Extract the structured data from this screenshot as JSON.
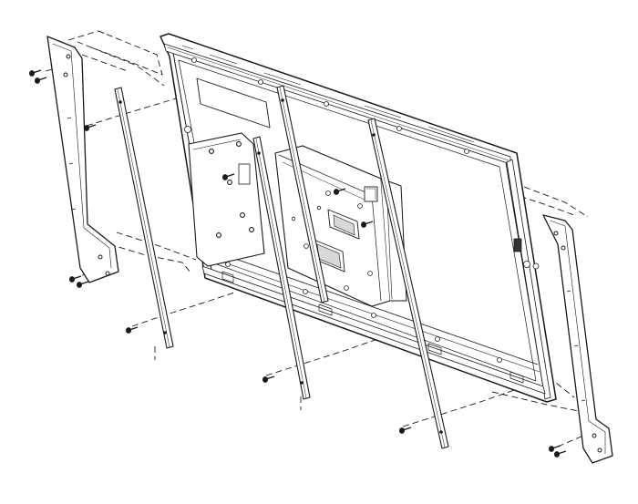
{
  "diagram": {
    "kind": "exploded-assembly-line-drawing",
    "colors": {
      "ink": "#1a1a1a",
      "fill": "#ffffff",
      "shade": "#d8d8d8",
      "dark": "#333333"
    },
    "parts": [
      "left-side-bracket",
      "vertical-rail-1",
      "vertical-rail-2",
      "vertical-rail-3",
      "vertical-rail-4",
      "display-panel-back",
      "mounting-plate",
      "right-side-bracket",
      "screws"
    ]
  }
}
